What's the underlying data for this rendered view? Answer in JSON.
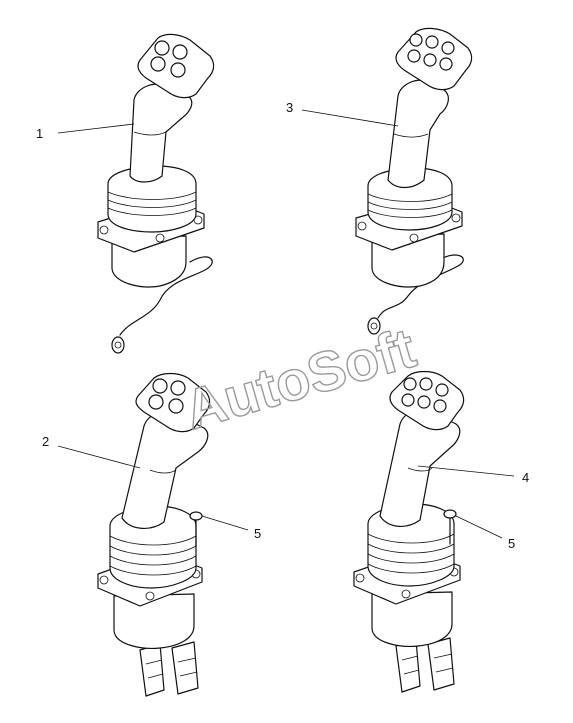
{
  "callouts": {
    "c1": "1",
    "c2": "2",
    "c3": "3",
    "c4": "4",
    "c5a": "5",
    "c5b": "5"
  },
  "watermark": "AutoSoft",
  "colors": {
    "line": "#111111",
    "watermark": "#9a9a9a",
    "background": "#ffffff"
  }
}
